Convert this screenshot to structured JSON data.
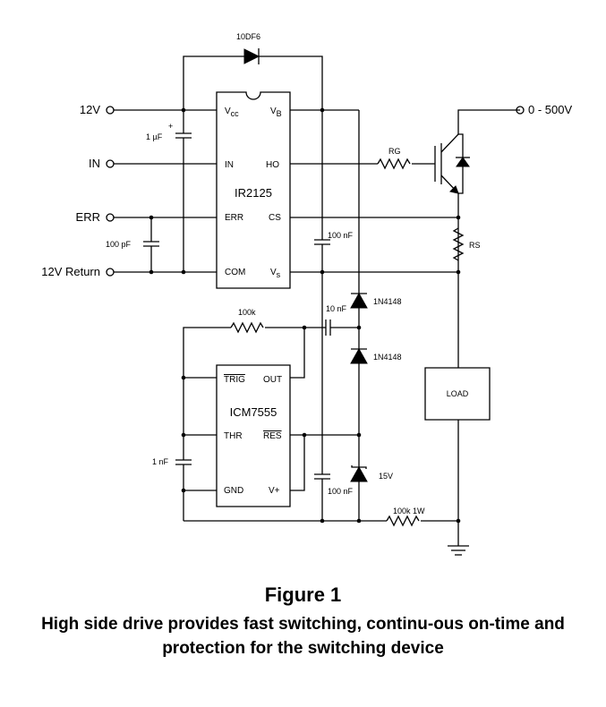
{
  "terminals": {
    "v12": "12V",
    "in": "IN",
    "err": "ERR",
    "ret": "12V Return",
    "hv": "0 - 500V"
  },
  "ir2125": {
    "name": "IR2125",
    "pins": {
      "vcc": "V",
      "vcc_sub": "cc",
      "vb": "V",
      "vb_sub": "B",
      "in": "IN",
      "ho": "HO",
      "err": "ERR",
      "cs": "CS",
      "com": "COM",
      "vs": "V",
      "vs_sub": "s"
    }
  },
  "icm7555": {
    "name": "ICM7555",
    "pins": {
      "trig": "TRIG",
      "out": "OUT",
      "thr": "THR",
      "res": "RES",
      "gnd": "GND",
      "vplus": "V+"
    }
  },
  "components": {
    "d_boot": "10DF6",
    "c_vcc": "1 µF",
    "c_vcc_plus": "+",
    "c_err": "100 pF",
    "c_vb": "100 nF",
    "r_g": "RG",
    "r_s": "RS",
    "d1": "1N4148",
    "d2": "1N4148",
    "c_pump": "10 nF",
    "r_100k": "100k",
    "c_timer": "1 nF",
    "c_supply": "100 nF",
    "z_15v": "15V",
    "r_load": "100k 1W",
    "load": "LOAD"
  },
  "caption": {
    "title": "Figure 1",
    "text": "High side drive provides fast switching, continu-ous on-time and protection for the switching device"
  }
}
